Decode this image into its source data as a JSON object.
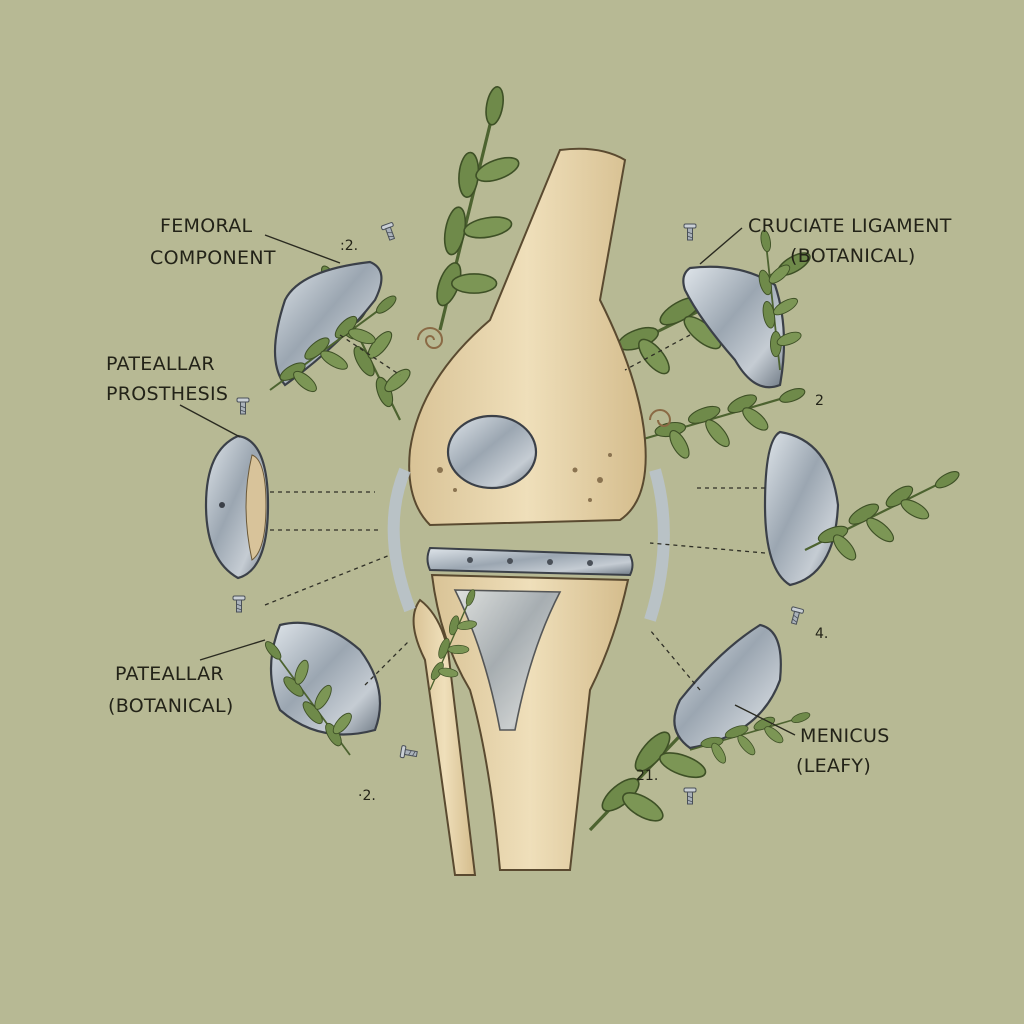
{
  "labels": {
    "femoral_1": "FEMORAL",
    "femoral_2": "COMPONENT",
    "patellar_prosthesis_1": "PATEALLAR",
    "patellar_prosthesis_2": "PROSTHESIS",
    "patellar_botanical_1": "PATEALLAR",
    "patellar_botanical_2": "(BOTANICAL)",
    "cruciate_1": "CRUCIATE LIGAMENT",
    "cruciate_2": "(BOTANICAL)",
    "menicus_1": "MENICUS",
    "menicus_2": "(LEAFY)"
  },
  "part_numbers": {
    "femoral": ":2.",
    "cruciate": "2",
    "right_middle": "4.",
    "bottom_left": "·2.",
    "bottom_center": "21."
  },
  "colors": {
    "background": "#b7b994",
    "bone": "#e6d2a8",
    "metal": "#9aa5b0",
    "leaf": "#6f8a4a"
  }
}
